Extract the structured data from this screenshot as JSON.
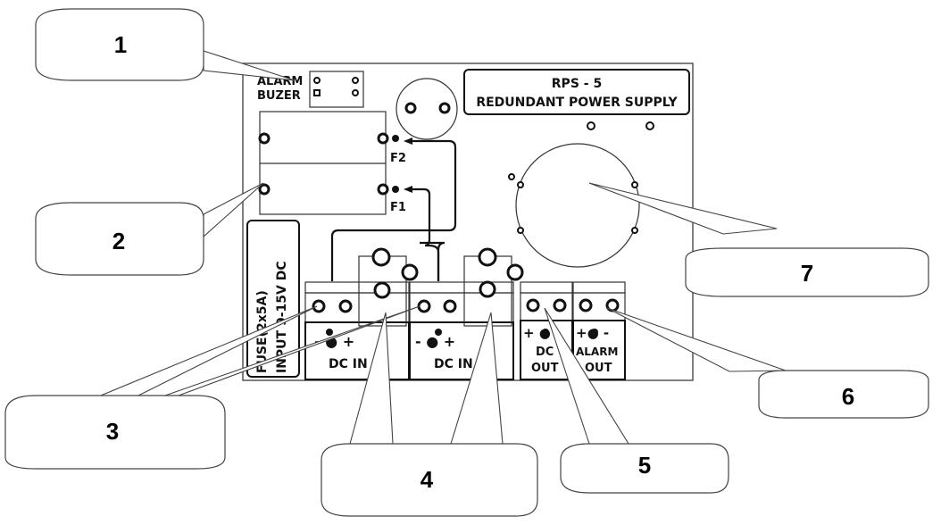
{
  "board": {
    "title_line1": "RPS - 5",
    "title_line2": "REDUNDANT POWER SUPPLY",
    "alarm_label": "ALARM",
    "buzzer_label": "BUZER",
    "fuse_f2": "F2",
    "fuse_f1": "F1",
    "side_label_line1": "FUSE(2x5A)",
    "side_label_line2": "INPUT 9-15V DC",
    "terminals": [
      {
        "id": "dc-in-1",
        "polarity": "- ● +",
        "label": "DC IN"
      },
      {
        "id": "dc-in-2",
        "polarity": "- ● +",
        "label": "DC IN"
      },
      {
        "id": "dc-out",
        "polarity": "+ ● -",
        "label_line1": "DC",
        "label_line2": "OUT"
      },
      {
        "id": "alarm-out",
        "polarity": "+● -",
        "label_line1": "ALARM",
        "label_line2": "OUT"
      }
    ]
  },
  "callouts": [
    {
      "number": "1"
    },
    {
      "number": "2"
    },
    {
      "number": "3"
    },
    {
      "number": "4"
    },
    {
      "number": "5"
    },
    {
      "number": "6"
    },
    {
      "number": "7"
    }
  ]
}
